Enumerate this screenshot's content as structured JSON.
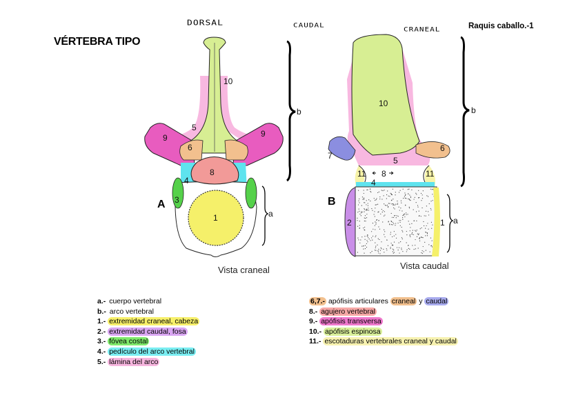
{
  "title": "VÉRTEBRA TIPO",
  "sheet_label": "Raquis caballo.-1",
  "orientation_labels": {
    "dorsal": "DORSAL",
    "caudal": "CAUDAL",
    "craneal": "CRANEAL"
  },
  "figure_a": {
    "letter": "A",
    "caption": "Vista craneal",
    "brace_b": "b",
    "brace_a": "a",
    "numbers": [
      "10",
      "5",
      "9",
      "9",
      "6",
      "8",
      "4",
      "3",
      "1"
    ]
  },
  "figure_b": {
    "letter": "B",
    "caption": "Vista caudal",
    "brace_b": "b",
    "brace_a": "a",
    "numbers": [
      "10",
      "7",
      "6",
      "5",
      "11",
      "8",
      "11",
      "4",
      "2",
      "1"
    ]
  },
  "colors": {
    "cuerpo_craneal": "#f5f06a",
    "cuerpo_caudal": "#c98ee8",
    "fovea": "#55d14a",
    "pediculo": "#5ee3ee",
    "lamina": "#f6a6d8",
    "articular_craneal": "#f2c08e",
    "articular_caudal": "#8b8ee0",
    "agujero": "#f29a98",
    "transversa": "#e85cbf",
    "espinosa": "#d7ee93",
    "escotadura": "#f7f3a8"
  },
  "legend_left": [
    {
      "key": "a.-",
      "text": "cuerpo vertebral",
      "highlight": ""
    },
    {
      "key": "b.-",
      "text": "arco vertebral",
      "highlight": ""
    },
    {
      "key": "1.-",
      "text": "extremidad craneal, cabeza",
      "highlight": "#f7f06a"
    },
    {
      "key": "2.-",
      "text": "extremidad caudal, fosa",
      "highlight": "#d9a6f2"
    },
    {
      "key": "3.-",
      "text": "fóvea costal",
      "highlight": "#7ee86a"
    },
    {
      "key": "4.-",
      "text": "pedículo del arco vertebral",
      "highlight": "#7aeef2"
    },
    {
      "key": "5.-",
      "text": "lámina del arco",
      "highlight": "#f6b5de"
    }
  ],
  "legend_right": [
    {
      "key": "6,7.-",
      "text_plain": "apófisis articulares",
      "text_a": "craneal",
      "text_mid": "y",
      "text_b": "caudal"
    },
    {
      "key": "8.-",
      "text": "agujero vertebral",
      "highlight": "#f6a8a6"
    },
    {
      "key": "9.-",
      "text": "apófisis transversa",
      "highlight": "#ee78cc"
    },
    {
      "key": "10.-",
      "text": "apófisis espinosa",
      "highlight": "#d9f09a"
    },
    {
      "key": "11.-",
      "text": "escotaduras vertebrales craneal y caudal",
      "highlight": "#f7f2b0"
    }
  ]
}
